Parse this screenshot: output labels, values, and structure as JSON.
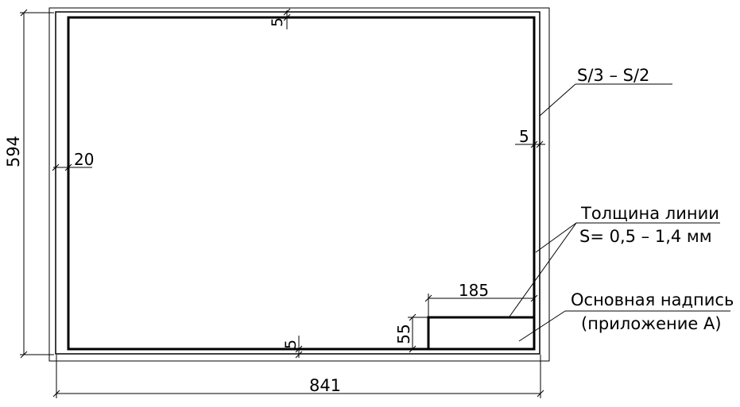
{
  "dimensions": {
    "sheet_height": "594",
    "sheet_width": "841",
    "margin_left": "20",
    "margin_top": "5",
    "margin_right": "5",
    "margin_bottom": "5",
    "title_block_width": "185",
    "title_block_height": "55"
  },
  "annotations": {
    "outer_line": "S/3 – S/2",
    "line_thickness_title": "Толщина линии",
    "line_thickness_value": "S= 0,5 – 1,4 мм",
    "title_block_title": "Основная надпись",
    "title_block_note": "(приложение А)"
  }
}
